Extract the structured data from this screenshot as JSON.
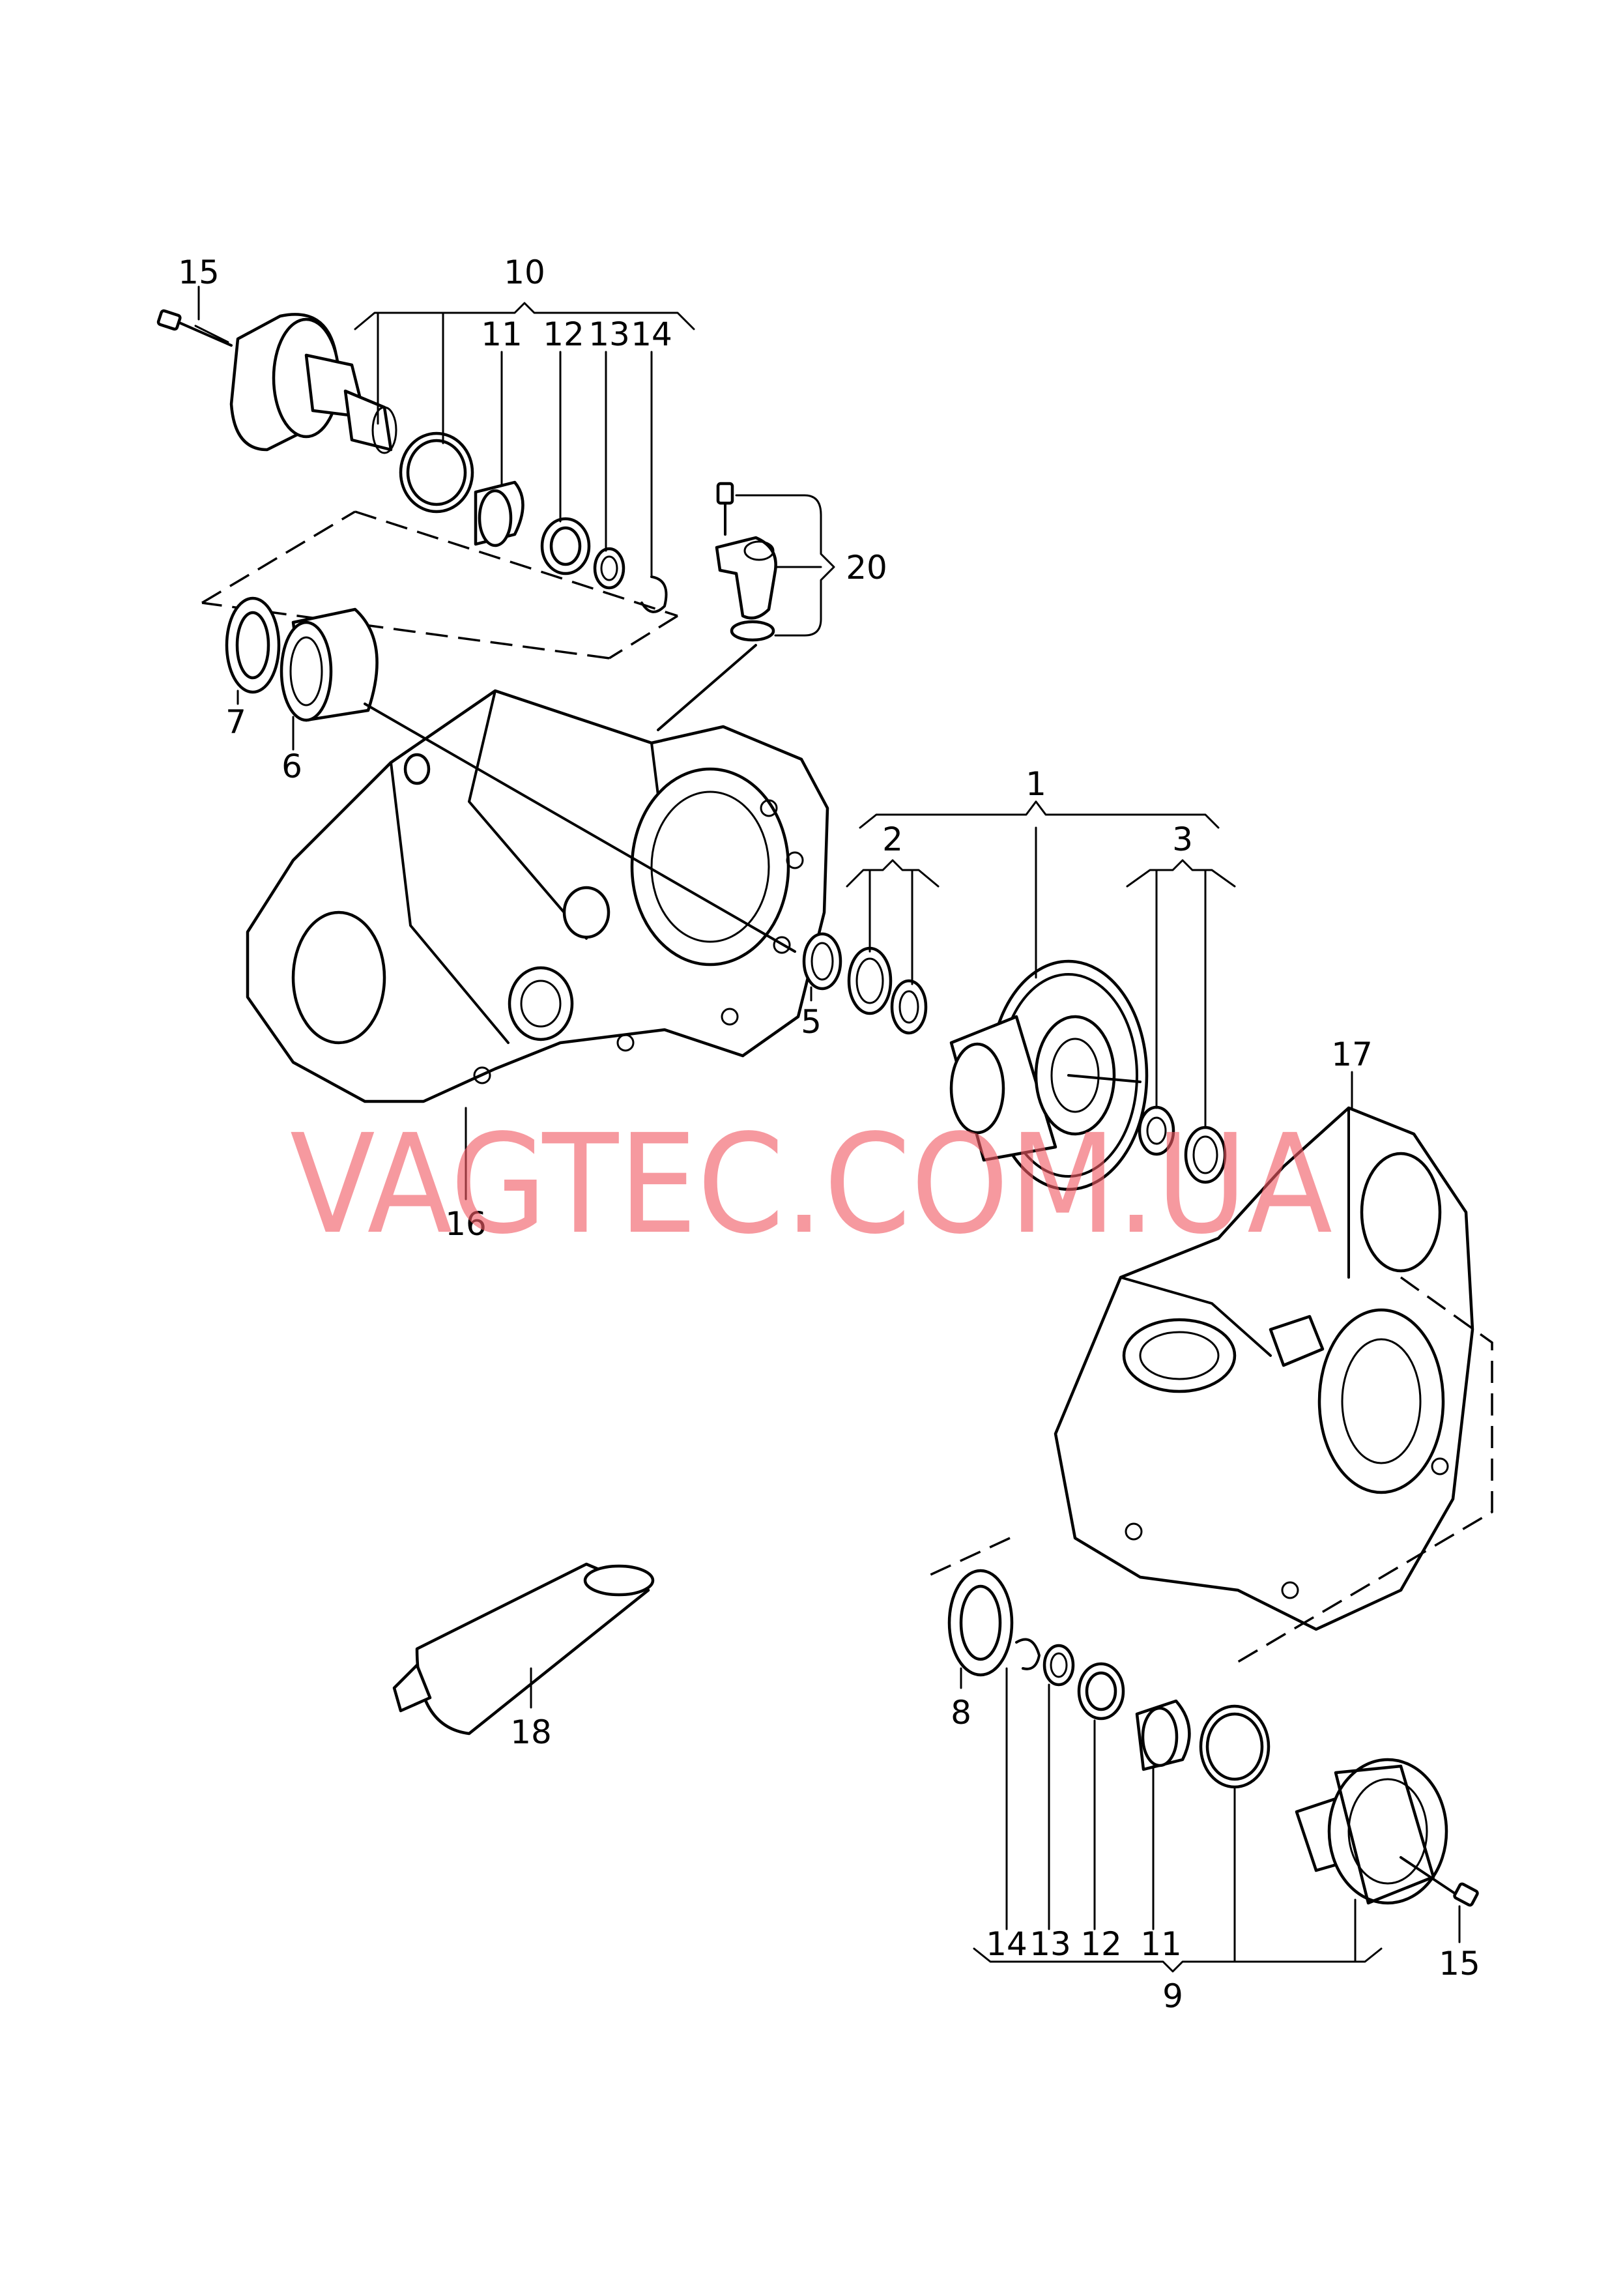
{
  "callouts": {
    "c1": "1",
    "c2": "2",
    "c3": "3",
    "c5": "5",
    "c6": "6",
    "c7": "7",
    "c8": "8",
    "c9": "9",
    "c10": "10",
    "c11_top": "11",
    "c11_bot": "11",
    "c12_top": "12",
    "c12_bot": "12",
    "c13_top": "13",
    "c13_bot": "13",
    "c14_top": "14",
    "c14_bot": "14",
    "c15_top": "15",
    "c15_bot": "15",
    "c16": "16",
    "c17": "17",
    "c18": "18",
    "c20": "20"
  },
  "watermark": "VAGTEC.COM.UA",
  "colors": {
    "lines": "#000000",
    "background": "#ffffff",
    "watermark": "#f05a64"
  }
}
